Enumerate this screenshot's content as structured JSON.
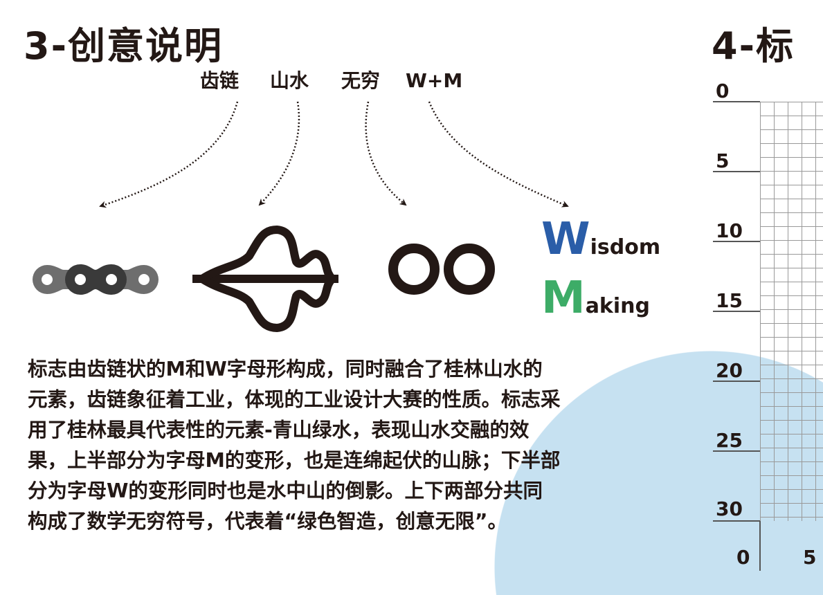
{
  "section3": {
    "title": "3-创意说明",
    "keywords": [
      "齿链",
      "山水",
      "无穷",
      "W+M"
    ],
    "logo_words": [
      {
        "initial": "W",
        "rest": "isdom",
        "color": "#2a5da8"
      },
      {
        "initial": "M",
        "rest": "aking",
        "color": "#3dac67"
      }
    ],
    "description_lines": [
      "标志由齿链状的M和W字母形构成，同时融合了桂林山水的",
      "元素，齿链象征着工业，体现的工业设计大赛的性质。标志采",
      "用了桂林最具代表性的元素-青山绿水，表现山水交融的效",
      "果，上半部分为字母M的变形，也是连绵起伏的山脉；下半部",
      "分为字母W的变形同时也是水中山的倒影。上下两部分共同",
      "构成了数学无穷符号，代表着“绿色智造，创意无限”。"
    ]
  },
  "section4": {
    "title": "4-标",
    "ruler_vertical": [
      "0",
      "5",
      "10",
      "15",
      "20",
      "25",
      "30"
    ],
    "ruler_horizontal": [
      "0",
      "5"
    ]
  },
  "colors": {
    "ink": "#231815",
    "circle": "#c6e1f1",
    "chain_light": "#6e6e6e",
    "chain_dark": "#3a3a3a"
  }
}
